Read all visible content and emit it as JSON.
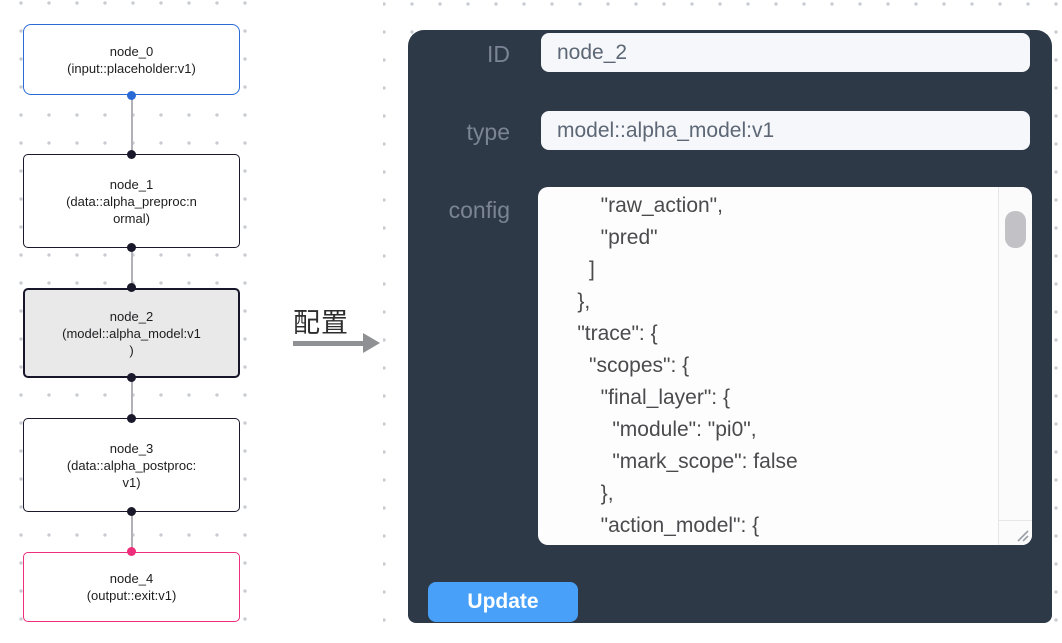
{
  "flow": {
    "edge_color": "#b1b1b7",
    "nodes": [
      {
        "id": "node_0",
        "lines": [
          "node_0",
          "(input::placeholder:v1)"
        ],
        "border_color": "#2a6bd8",
        "bg": "#ffffff",
        "handle_bottom": "#2a6bd8"
      },
      {
        "id": "node_1",
        "lines": [
          "node_1",
          "(data::alpha_preproc:n",
          "ormal)"
        ],
        "border_color": "#1a192b",
        "bg": "#ffffff",
        "handle_top": "#1a192b",
        "handle_bottom": "#1a192b"
      },
      {
        "id": "node_2",
        "lines": [
          "node_2",
          "(model::alpha_model:v1",
          ")"
        ],
        "border_color": "#17162b",
        "bg": "#e9e9ea",
        "selected": true,
        "handle_top": "#1a192b",
        "handle_bottom": "#1a192b"
      },
      {
        "id": "node_3",
        "lines": [
          "node_3",
          "(data::alpha_postproc:",
          "v1)"
        ],
        "border_color": "#1a192b",
        "bg": "#ffffff",
        "handle_top": "#1a192b",
        "handle_bottom": "#1a192b"
      },
      {
        "id": "node_4",
        "lines": [
          "node_4",
          "(output::exit:v1)"
        ],
        "border_color": "#ed2e7a",
        "bg": "#ffffff",
        "handle_top": "#ed2e7a"
      }
    ]
  },
  "transfer": {
    "label": "配置",
    "arrow_color": "#8f9094"
  },
  "panel": {
    "colors": {
      "panel_bg": "#2e3948",
      "button_bg": "#49a0f8"
    },
    "fields": [
      {
        "label": "ID",
        "value": "node_2"
      },
      {
        "label": "type",
        "value": "model::alpha_model:v1"
      }
    ],
    "config_label": "config",
    "config_lines": [
      "        \"raw_action\",",
      "        \"pred\"",
      "      ]",
      "    },",
      "    \"trace\": {",
      "      \"scopes\": {",
      "        \"final_layer\": {",
      "          \"module\": \"pi0\",",
      "          \"mark_scope\": false",
      "        },",
      "        \"action_model\": {"
    ],
    "update_label": "Update"
  }
}
